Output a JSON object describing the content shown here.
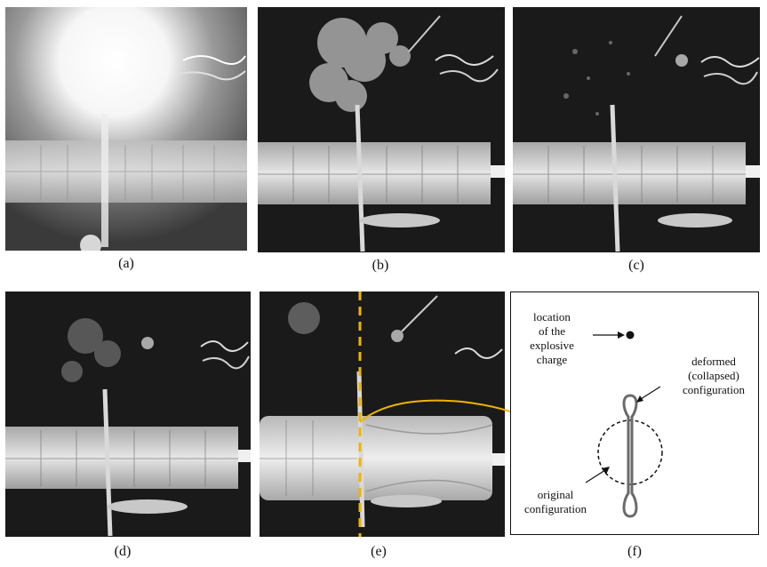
{
  "figure": {
    "panels": [
      {
        "id": "a",
        "caption": "(a)",
        "state": "detonation flash"
      },
      {
        "id": "b",
        "caption": "(b)",
        "state": "gas bubble expansion"
      },
      {
        "id": "c",
        "caption": "(c)",
        "state": "bubble dissipating"
      },
      {
        "id": "d",
        "caption": "(d)",
        "state": "residual debris"
      },
      {
        "id": "e",
        "caption": "(e)",
        "state": "collapsed specimen with marker line"
      }
    ],
    "diagram": {
      "caption": "(f)",
      "charge_label": [
        "location",
        "of the",
        "explosive",
        "charge"
      ],
      "deformed_label": [
        "deformed",
        "(collapsed)",
        "configuration"
      ],
      "original_label": [
        "original",
        "configuration"
      ]
    },
    "colors": {
      "marker": "#f0b400",
      "arrow": "#f0b400",
      "tube": "#d9d9d9",
      "background": "#1a1a1a"
    }
  }
}
